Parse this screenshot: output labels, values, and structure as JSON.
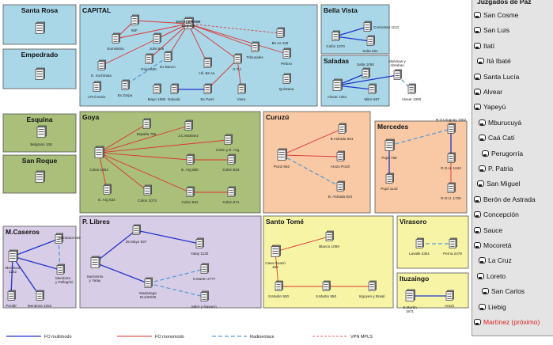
{
  "colors": {
    "fo_multimodo": "#2233cc",
    "fo_monomodo": "#dd3333",
    "radioenlace": "#5b9bd5",
    "vpn_mpls": "#dd3333",
    "zone_blue": "#a9d7e8",
    "zone_green": "#a9bf7a",
    "zone_orange": "#f8c9a4",
    "zone_purple": "#d8cde6",
    "zone_yellow": "#f7f4a6"
  },
  "zones": [
    {
      "id": "santa_rosa",
      "title": "Santa Rosa",
      "color": "zone_blue"
    },
    {
      "id": "empedrado",
      "title": "Empedrado",
      "color": "zone_blue"
    },
    {
      "id": "capital",
      "title": "CAPITAL",
      "color": "zone_blue"
    },
    {
      "id": "bella_vista",
      "title": "Bella Vista",
      "color": "zone_blue"
    },
    {
      "id": "saladas",
      "title": "Saladas",
      "color": "zone_blue"
    },
    {
      "id": "esquina",
      "title": "Esquina",
      "color": "zone_green"
    },
    {
      "id": "san_roque",
      "title": "San Roque",
      "color": "zone_green"
    },
    {
      "id": "goya",
      "title": "Goya",
      "color": "zone_green"
    },
    {
      "id": "curuzu",
      "title": "Curuzú",
      "color": "zone_orange"
    },
    {
      "id": "mercedes",
      "title": "Mercedes",
      "color": "zone_orange"
    },
    {
      "id": "mcaseros",
      "title": "M.Caseros",
      "color": "zone_purple"
    },
    {
      "id": "plibres",
      "title": "P. Libres",
      "color": "zone_purple"
    },
    {
      "id": "santo_tome",
      "title": "Santo Tomé",
      "color": "zone_yellow"
    },
    {
      "id": "virasoro",
      "title": "Virasoro",
      "color": "zone_yellow"
    },
    {
      "id": "ituzaingo",
      "title": "Ituzaingo",
      "color": "zone_yellow"
    }
  ],
  "nodes": [
    {
      "id": "sr",
      "label": ""
    },
    {
      "id": "emp",
      "label": ""
    },
    {
      "id": "imf",
      "label": "IMF"
    },
    {
      "id": "sumsa",
      "label": "Sumsistira"
    },
    {
      "id": "julio",
      "label": "Julio 949"
    },
    {
      "id": "datac",
      "label": "DATACENTER\nLaguila"
    },
    {
      "id": "baas",
      "label": "Bs As 429"
    },
    {
      "id": "trib",
      "label": "Tribunales"
    },
    {
      "id": "pel",
      "label": "Pelicro"
    },
    {
      "id": "quint",
      "label": "Quintana"
    },
    {
      "id": "esc",
      "label": "E. Iruchinata"
    },
    {
      "id": "riojaw",
      "label": "Rioja 600"
    },
    {
      "id": "exbanco",
      "label": "Ex Banco"
    },
    {
      "id": "hilbs",
      "label": "Hil. Bs As."
    },
    {
      "id": "stj",
      "label": "S.T.J."
    },
    {
      "id": "jpuj",
      "label": "J.Pul Sosio"
    },
    {
      "id": "exzar",
      "label": "Ex Zarpa"
    },
    {
      "id": "mayo",
      "label": "Mayo 1590"
    },
    {
      "id": "galvalic",
      "label": "Galvalic"
    },
    {
      "id": "expami",
      "label": "Ex Pami"
    },
    {
      "id": "viera",
      "label": "Viera"
    },
    {
      "id": "colon1070",
      "label": "Colón 1070"
    },
    {
      "id": "corr1121",
      "label": "Corrientes 1121"
    },
    {
      "id": "salta601",
      "label": "Salta 601"
    },
    {
      "id": "salta1050",
      "label": "Salta 1050"
    },
    {
      "id": "malvinas",
      "label": "Malvinas y\nAbrahan"
    },
    {
      "id": "alvear1251",
      "label": "Alvear 1251"
    },
    {
      "id": "mitre697",
      "label": "Mitre 697"
    },
    {
      "id": "alvear1050",
      "label": "Alvear 1050"
    },
    {
      "id": "esq",
      "label": "Belgrano 108"
    },
    {
      "id": "sroq",
      "label": ""
    },
    {
      "id": "espana",
      "label": "España 755"
    },
    {
      "id": "jcmart",
      "label": "J.C.Martinez"
    },
    {
      "id": "colonearg",
      "label": "Colon y E. Arg."
    },
    {
      "id": "colon1254",
      "label": "Colon 1254"
    },
    {
      "id": "earg580",
      "label": "E. Arg 580"
    },
    {
      "id": "colon634",
      "label": "Colon 634"
    },
    {
      "id": "earg634",
      "label": "E. Arg 634"
    },
    {
      "id": "colon1073",
      "label": "Colon 1073"
    },
    {
      "id": "colon591",
      "label": "Colon 591"
    },
    {
      "id": "colon671",
      "label": "Colon 671"
    },
    {
      "id": "bastrada931",
      "label": "B Astrada 931"
    },
    {
      "id": "pozzi562",
      "label": "Pozzi 562"
    },
    {
      "id": "arozopozzi",
      "label": "Arozo Pozzi"
    },
    {
      "id": "bastrada824",
      "label": "B. Astrada 824"
    },
    {
      "id": "pujol759",
      "label": "Pujol 759"
    },
    {
      "id": "rou1552",
      "label": "R.O.Uruguay 1552"
    },
    {
      "id": "rou1642",
      "label": "R.O.U. 1642"
    },
    {
      "id": "pujol1142",
      "label": "Pujol 1142"
    },
    {
      "id": "rou1726",
      "label": "R.O.U. 1726"
    },
    {
      "id": "mendoza",
      "label": "Mendoza\n1252"
    },
    {
      "id": "mend555",
      "label": "Mendoza 555"
    },
    {
      "id": "mendpell",
      "label": "Mendoza\ny Pellegrini"
    },
    {
      "id": "peralti",
      "label": "Peraltí"
    },
    {
      "id": "mend1252b",
      "label": "Mendoza 1252"
    },
    {
      "id": "may537",
      "label": "25 Mayo 537"
    },
    {
      "id": "yatay1130",
      "label": "Yatay 1130"
    },
    {
      "id": "sarmyatay",
      "label": "Sarmiento\ny Yatay"
    },
    {
      "id": "madariaga",
      "label": "Madariaga\n614/20/36"
    },
    {
      "id": "smart2777",
      "label": "S.Martin 2777"
    },
    {
      "id": "mitrenav",
      "label": "Mitre y Navarro"
    },
    {
      "id": "casagob",
      "label": "Casa Guazú\n452"
    },
    {
      "id": "blanco",
      "label": "Blanco 1059"
    },
    {
      "id": "smart930",
      "label": "S.Martin 930"
    },
    {
      "id": "smart550",
      "label": "S.Martin 550"
    },
    {
      "id": "irigoyen",
      "label": "Irigoyen y Brasil"
    },
    {
      "id": "lavalle",
      "label": "Lavalle 2351"
    },
    {
      "id": "perna",
      "label": "Perna 2479"
    },
    {
      "id": "smart1971",
      "label": "S.Martín\n1971"
    },
    {
      "id": "arazá",
      "label": "Arazá"
    }
  ],
  "legend": [
    {
      "label": "FO multimodo",
      "style": "fo_multimodo"
    },
    {
      "label": "FO monomodo",
      "style": "fo_monomodo"
    },
    {
      "label": "Radioenlace",
      "style": "radioenlace"
    },
    {
      "label": "VPN MPLS",
      "style": "vpn_mpls"
    }
  ],
  "sidebar": {
    "title": "Juzgados de Paz",
    "items": [
      {
        "label": "San Cosme",
        "red": false
      },
      {
        "label": "San Luis",
        "red": false
      },
      {
        "label": "Itatí",
        "red": false
      },
      {
        "label": "Itá Ibaté",
        "red": false
      },
      {
        "label": "Santa Lucía",
        "red": false
      },
      {
        "label": "Alvear",
        "red": false
      },
      {
        "label": "Yapeyú",
        "red": false
      },
      {
        "label": "Mburucuyá",
        "red": false
      },
      {
        "label": "Caá Catí",
        "red": false
      },
      {
        "label": "Perugorría",
        "red": false
      },
      {
        "label": "P. Patria",
        "red": false
      },
      {
        "label": "San Miguel",
        "red": false
      },
      {
        "label": "Berón de Astrada",
        "red": false
      },
      {
        "label": "Concepción",
        "red": false
      },
      {
        "label": "Sauce",
        "red": false
      },
      {
        "label": "Mocoretá",
        "red": false
      },
      {
        "label": "La Cruz",
        "red": false
      },
      {
        "label": "Loreto",
        "red": false
      },
      {
        "label": "San Carlos",
        "red": false
      },
      {
        "label": "Liebig",
        "red": false
      },
      {
        "label": "Martínez (próximo)",
        "red": true
      }
    ]
  }
}
